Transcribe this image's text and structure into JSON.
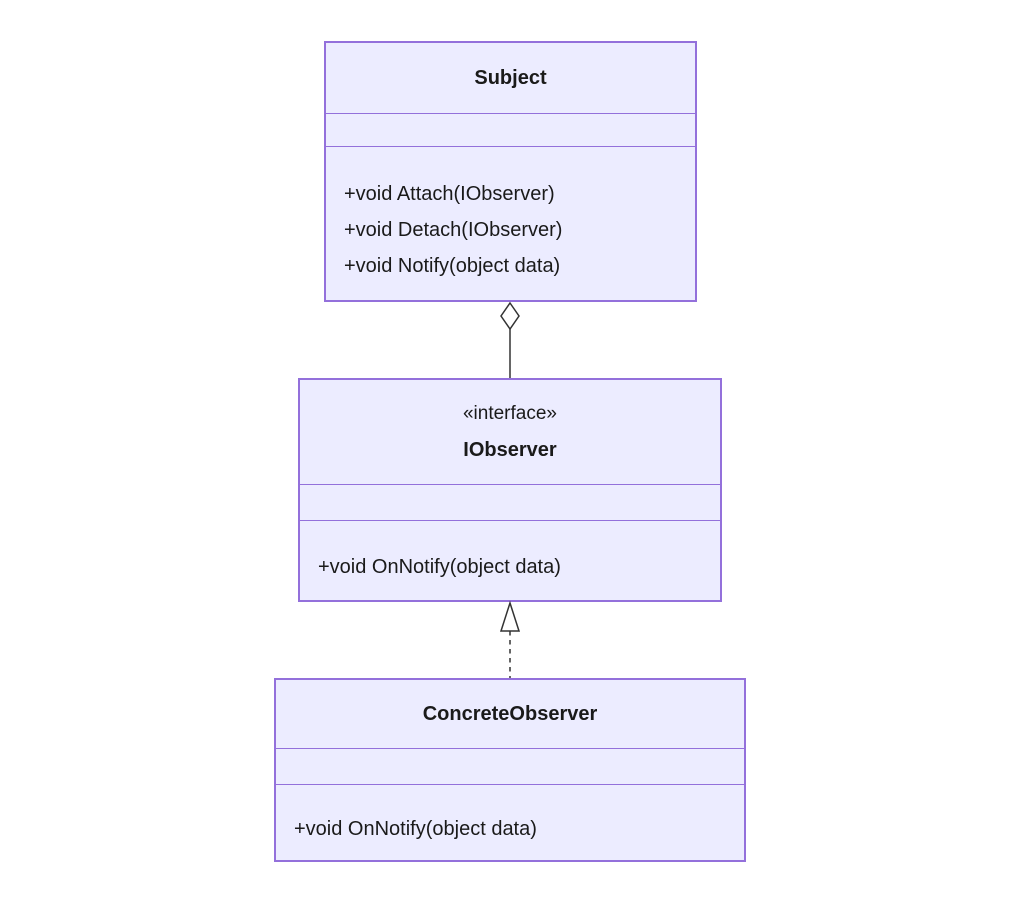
{
  "diagram": {
    "kind": "uml-class-diagram",
    "pattern": "Observer",
    "colors": {
      "background": "#ffffff",
      "box_fill": "#ECECFF",
      "box_border": "#9370DB",
      "connector_stroke": "#333333",
      "text": "#1a1a1a"
    },
    "classes": [
      {
        "name": "Subject",
        "stereotype": "",
        "attributes": [],
        "methods": [
          "+void Attach(IObserver)",
          "+void Detach(IObserver)",
          "+void Notify(object data)"
        ]
      },
      {
        "name": "IObserver",
        "stereotype": "«interface»",
        "attributes": [],
        "methods": [
          "+void OnNotify(object data)"
        ]
      },
      {
        "name": "ConcreteObserver",
        "stereotype": "",
        "attributes": [],
        "methods": [
          "+void OnNotify(object data)"
        ]
      }
    ],
    "relationships": [
      {
        "from": "Subject",
        "to": "IObserver",
        "type": "aggregation",
        "line_style": "solid",
        "marker": "open-diamond",
        "label": ""
      },
      {
        "from": "ConcreteObserver",
        "to": "IObserver",
        "type": "realization",
        "line_style": "dashed",
        "marker": "open-triangle",
        "label": ""
      }
    ]
  }
}
